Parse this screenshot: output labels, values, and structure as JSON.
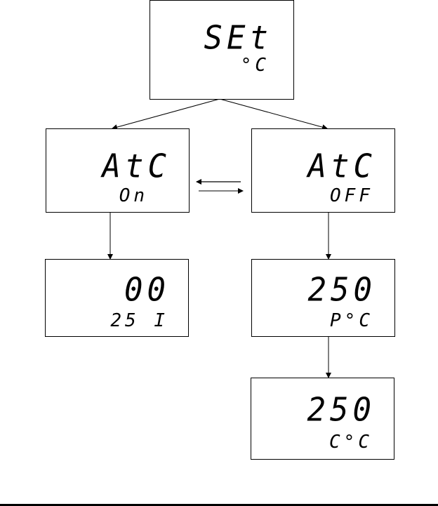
{
  "nodes": {
    "set": {
      "main": "SEt",
      "sub": "°C"
    },
    "atc_on": {
      "main": "AtC",
      "sub": "On"
    },
    "atc_off": {
      "main": "AtC",
      "sub": "OFF"
    },
    "value_on": {
      "main": "00",
      "sub": "25 I"
    },
    "value_off_p": {
      "main": "250",
      "sub": "P°C"
    },
    "value_off_c": {
      "main": "250",
      "sub": "C°C"
    }
  },
  "edges": [
    {
      "from": "set",
      "to": "atc_on"
    },
    {
      "from": "set",
      "to": "atc_off"
    },
    {
      "from": "atc_off",
      "to": "atc_on"
    },
    {
      "from": "atc_on",
      "to": "atc_off"
    },
    {
      "from": "atc_on",
      "to": "value_on"
    },
    {
      "from": "atc_off",
      "to": "value_off_p"
    },
    {
      "from": "value_off_p",
      "to": "value_off_c"
    }
  ]
}
